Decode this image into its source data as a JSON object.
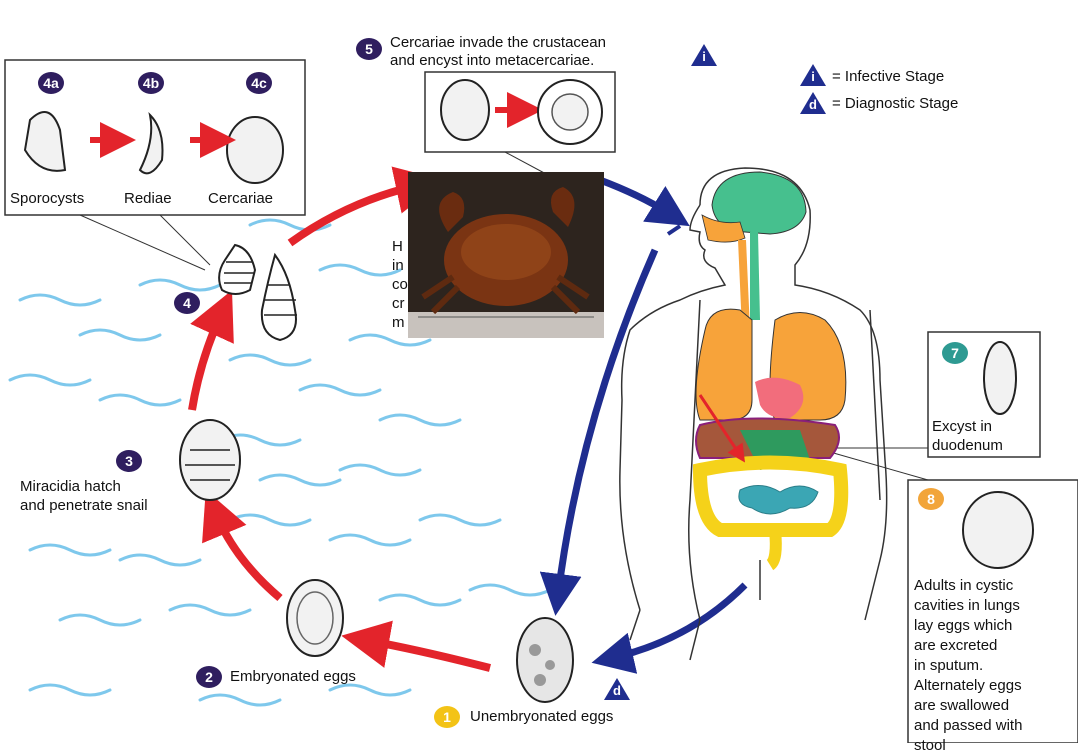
{
  "stage4_box": {
    "badge_4a": "4a",
    "badge_4b": "4b",
    "badge_4c": "4c",
    "sporocysts": "Sporocysts",
    "rediae": "Rediae",
    "cercariae": "Cercariae"
  },
  "stage5": {
    "badge": "5",
    "line1": "Cercariae invade the crustacean",
    "line2": "and encyst into metacercariae."
  },
  "legend": {
    "infective_symbol": "i",
    "infective_text": "= Infective Stage",
    "diagnostic_symbol": "d",
    "diagnostic_text": "= Diagnostic Stage"
  },
  "stage4": {
    "badge": "4"
  },
  "stage3": {
    "badge": "3",
    "line1": "Miracidia hatch",
    "line2": "and penetrate snail"
  },
  "stage2": {
    "badge": "2",
    "text": "Embryonated eggs"
  },
  "stage1": {
    "badge": "1",
    "text": "Unembryonated eggs"
  },
  "stage7": {
    "badge": "7",
    "line1": "Excyst in",
    "line2": "duodenum"
  },
  "stage8": {
    "badge": "8",
    "lines": [
      "Adults in cystic",
      "cavities in lungs",
      "lay eggs which",
      "are excreted",
      "in sputum.",
      "Alternately eggs",
      "are swallowed",
      "and passed with",
      "stool"
    ]
  },
  "hidden_text": [
    "H",
    "in",
    "co",
    "cr",
    "m"
  ],
  "colors": {
    "red_arrow": "#e3242b",
    "blue_arrow": "#1f2d8f",
    "water": "#7ec8ec",
    "brain": "#46c08e",
    "lungs": "#f7a33a",
    "heart": "#f26d7c",
    "intestine_large": "#f5d21a",
    "intestine_small": "#3ba6b4",
    "liver": "#a5573b"
  }
}
